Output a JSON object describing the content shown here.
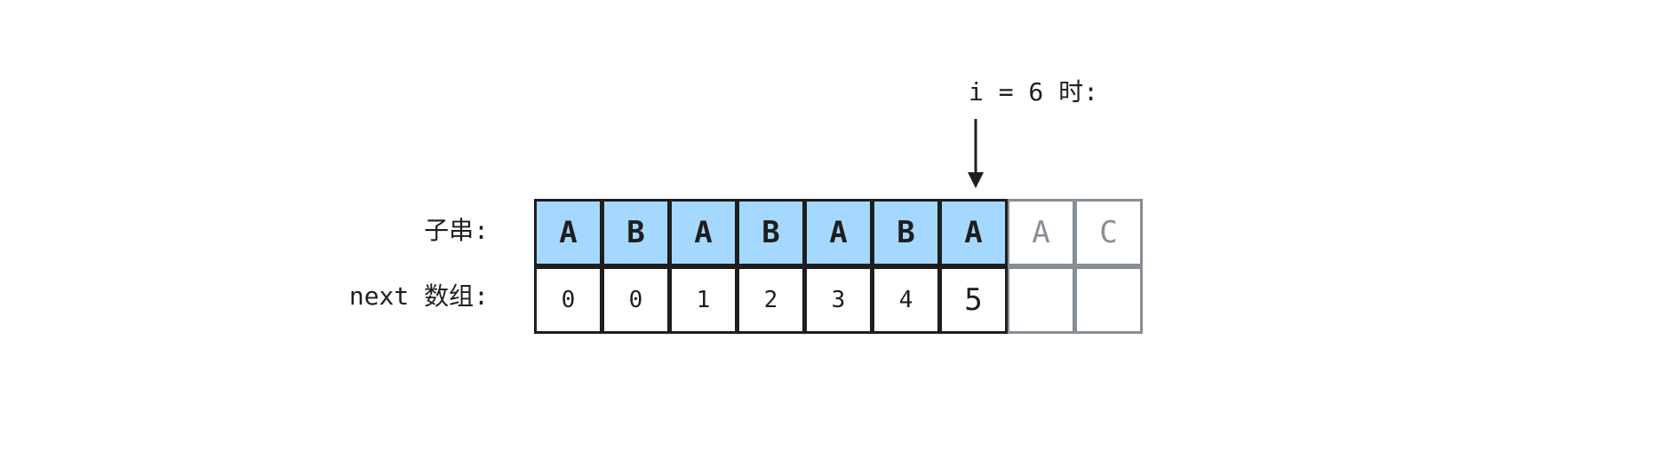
{
  "labels": {
    "substring": "子串:",
    "next": "next 数组:",
    "pointer": "i = 6 时:"
  },
  "substring": [
    "A",
    "B",
    "A",
    "B",
    "A",
    "B",
    "A",
    "A",
    "C"
  ],
  "next": [
    "0",
    "0",
    "1",
    "2",
    "3",
    "4",
    "5",
    "",
    ""
  ],
  "matched_count": 7,
  "pointer_index": 6,
  "colors": {
    "matched_fill": "#a5d8ff",
    "border": "#1e1e1e",
    "pending": "#868e96"
  }
}
